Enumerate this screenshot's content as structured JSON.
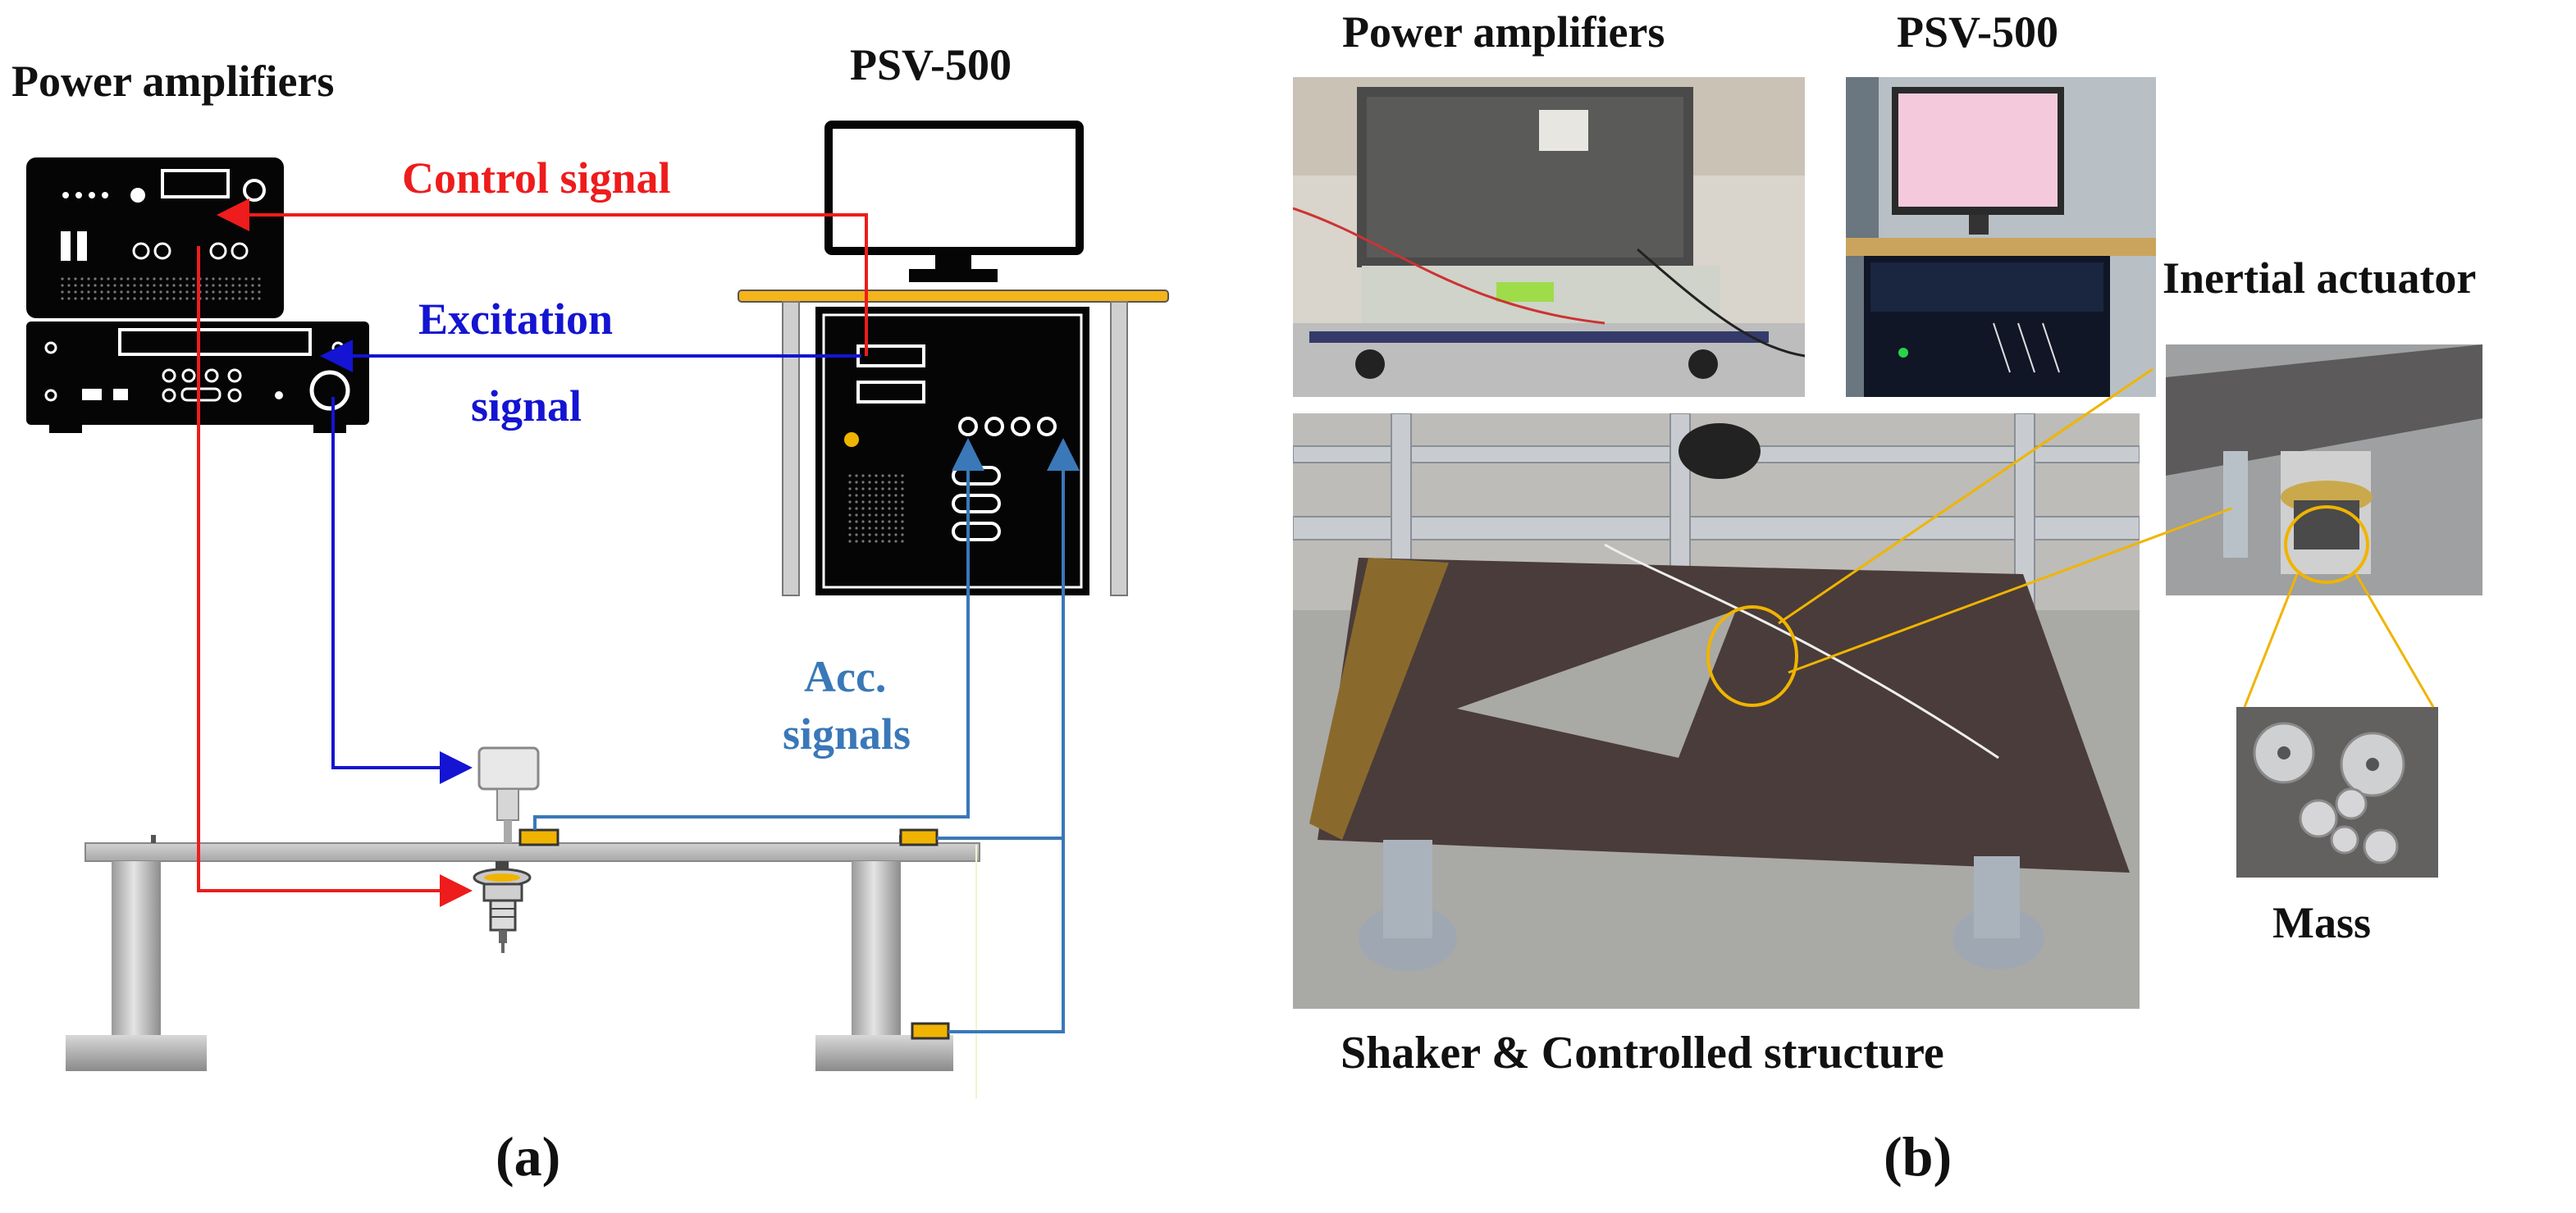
{
  "panel_a": {
    "caption": "(a)",
    "power_amplifiers_label": "Power amplifiers",
    "psv_label": "PSV-500",
    "control_signal_label": "Control signal",
    "excitation_label_line1": "Excitation",
    "excitation_label_line2": "signal",
    "acc_label_line1": "Acc.",
    "acc_label_line2": "signals",
    "colors": {
      "control": "#ee1c1c",
      "excitation": "#1414d2",
      "acc": "#3a78b8",
      "sensor": "#f0b400"
    }
  },
  "panel_b": {
    "caption": "(b)",
    "power_amplifiers_label": "Power amplifiers",
    "psv_label": "PSV-500",
    "inertial_actuator_label": "Inertial actuator",
    "mass_label": "Mass",
    "shaker_label": "Shaker & Controlled structure"
  }
}
